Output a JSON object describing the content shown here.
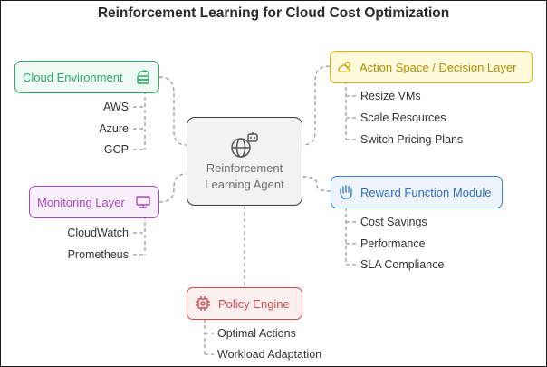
{
  "title": "Reinforcement Learning for Cloud Cost Optimization",
  "center": {
    "label_line1": "Reinforcement",
    "label_line2": "Learning Agent",
    "icon": "globe-robot-icon"
  },
  "cloud_env": {
    "label": "Cloud Environment",
    "icon": "server-cloud-icon",
    "color": "#2fa86a",
    "fill": "#eefaf3",
    "items": [
      "AWS",
      "Azure",
      "GCP"
    ]
  },
  "monitoring": {
    "label": "Monitoring Layer",
    "icon": "monitor-icon",
    "color": "#a44ac0",
    "fill": "#f8effb",
    "items": [
      "CloudWatch",
      "Prometheus"
    ]
  },
  "policy": {
    "label": "Policy Engine",
    "icon": "chip-icon",
    "color": "#d34b4b",
    "fill": "#fcefef",
    "items": [
      "Optimal Actions",
      "Workload Adaptation"
    ]
  },
  "action": {
    "label": "Action Space / Decision Layer",
    "icon": "cloud-sun-icon",
    "color": "#d8b400",
    "fill": "#fffbdc",
    "items": [
      "Resize VMs",
      "Scale Resources",
      "Switch Pricing Plans"
    ]
  },
  "reward": {
    "label": "Reward Function Module",
    "icon": "hand-icon",
    "color": "#3f7fc8",
    "fill": "#eef4fb",
    "items": [
      "Cost Savings",
      "Performance",
      "SLA Compliance"
    ]
  }
}
